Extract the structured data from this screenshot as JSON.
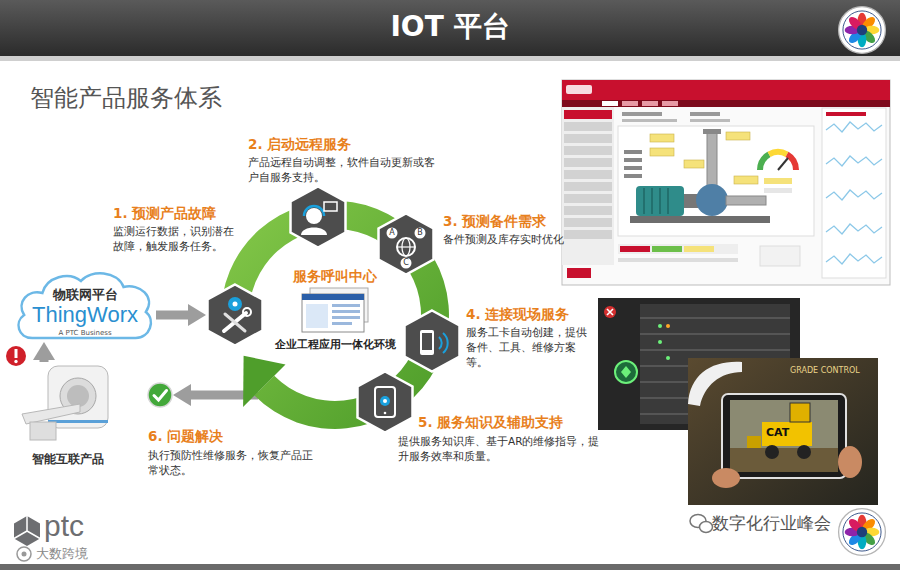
{
  "diagram": {
    "title": "IOT 平台",
    "nodes": [
      {
        "text": [
          "物联网平台",
          "ThingWorx",
          "A PTC Business"
        ]
      },
      {
        "text": [
          "1. 预测产品故障",
          "监测运行数据，识别潜在故障，触发服务任务。"
        ]
      },
      {
        "text": [
          "2. 启动远程服务",
          "产品远程自动调整，软件自动更新或客户自服务支持。"
        ]
      },
      {
        "text": [
          "服务呼叫中心",
          "企业工程应用一体化环境"
        ]
      },
      {
        "text": [
          "3. 预测备件需求",
          "备件预测及库存实时优化"
        ]
      },
      {
        "text": [
          "4. 连接现场服务",
          "服务工卡自动创建，提供备件、工具、维修方案等。"
        ]
      },
      {
        "text": [
          "5. 服务知识及辅助支持",
          "提供服务知识库、基于AR的维修指导，提升服务效率和质量。"
        ]
      },
      {
        "text": [
          "6. 问题解决",
          "执行预防性维修服务，恢复产品正常状态。"
        ]
      },
      {
        "text": [
          "智能互联产品"
        ]
      }
    ],
    "edges": [
      {
        "from": 8,
        "to": 0,
        "arrow": "to"
      },
      {
        "from": 0,
        "to": 1,
        "arrow": "to"
      },
      {
        "from": 3,
        "to": 7,
        "arrow": "to"
      }
    ],
    "labels": [
      "智能产品服务体系",
      "A",
      "B",
      "C",
      "CAT",
      "GRADE CONTROL",
      "ptc",
      "大数跨境",
      "数字化行业峰会"
    ]
  }
}
